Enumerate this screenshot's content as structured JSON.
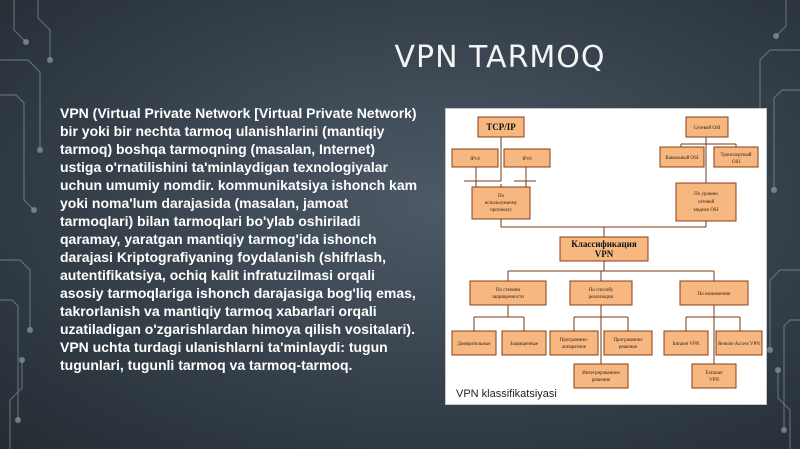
{
  "slide": {
    "title": "VPN TARMOQ",
    "paragraphs": [
      "VPN (Virtual Private Network [Virtual Private Network) bir yoki bir nechta tarmoq ulanishlarini (mantiqiy tarmoq) boshqa tarmoqning (masalan, Internet) ustiga o'rnatilishini ta'minlaydigan texnologiyalar uchun umumiy nomdir. kommunikatsiya ishonch kam yoki noma'lum darajasida (masalan, jamoat tarmoqlari) bilan tarmoqlari bo'ylab oshiriladi qaramay, yaratgan mantiqiy tarmog'ida ishonch darajasi Kriptografiyaning foydalanish (shifrlash, autentifikatsiya, ochiq kalit infratuzilmasi orqali asosiy tarmoqlariga ishonch darajasiga bog'liq emas, takrorlanish va mantiqiy tarmoq xabarlari orqali uzatiladigan o'zgarishlardan himoya qilish vositalari).",
      "VPN uchta turdagi ulanishlarni ta'minlaydi: tugun tugunlari, tugunli tarmoq va tarmoq-tarmoq."
    ]
  },
  "figure": {
    "caption": "VPN klassifikatsiyasi",
    "top_left_title": "TCP/IP",
    "center_title_line1": "Классификация",
    "center_title_line2": "VPN",
    "nodes": {
      "tl_a": "IPv4",
      "tl_b": "IPv6",
      "tl_group_1": "По",
      "tl_group_2": "используемому",
      "tl_group_3": "протоколу",
      "tr_top": "Сетевой OSI",
      "tr_a": "Канальный OSI",
      "tr_b_1": "Транспортный",
      "tr_b_2": "OSI",
      "tr_group_1": "По уровню",
      "tr_group_2": "сетевой",
      "tr_group_3": "модели OSI",
      "m_left_1": "По степени",
      "m_left_2": "защищенности",
      "m_mid_1": "По способу",
      "m_mid_2": "реализации",
      "m_right": "По назначению",
      "b1": "Доверительные",
      "b2": "Защищенные",
      "b3_1": "Программно-",
      "b3_2": "аппаратное",
      "b4_1": "Программное",
      "b4_2": "решение",
      "b5_1": "Интегрированное",
      "b5_2": "решение",
      "b6": "Intranet VPN",
      "b7": "Remote Access VPN",
      "b8_1": "Extranet",
      "b8_2": "VPN"
    }
  }
}
